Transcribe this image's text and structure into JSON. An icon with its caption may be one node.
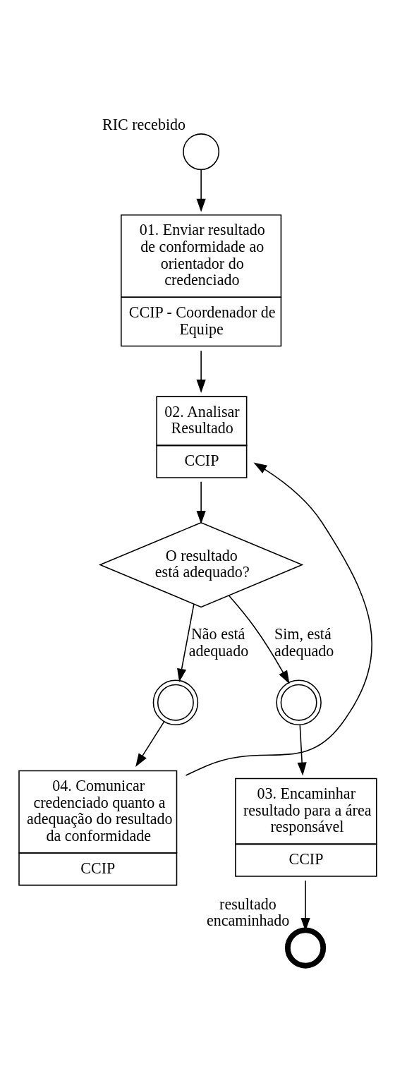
{
  "diagram": {
    "nodes": [
      {
        "text": [],
        "shape": "circle",
        "beside": [
          "RIC recebido"
        ]
      },
      {
        "text": [
          "01. Enviar resultado de conformidade ao orientador do credenciado",
          "CCIP - Coordenador de Equipe"
        ]
      },
      {
        "text": [
          "02. Analisar Resultado",
          "CCIP"
        ]
      },
      {
        "text": [
          "O resultado está adequado?"
        ]
      },
      {
        "text": [],
        "shape": "circle"
      },
      {
        "text": [],
        "shape": "circle"
      },
      {
        "text": [
          "04. Comunicar credenciado quanto a adequação do resultado da conformidade",
          "CCIP"
        ]
      },
      {
        "text": [
          "03. Encaminhar resultado para a área responsável",
          "CCIP"
        ]
      },
      {
        "text": [],
        "shape": "circle",
        "beside": [
          "resultado encaminhado"
        ]
      }
    ],
    "edges": [
      {
        "from": 0,
        "to": 1,
        "arrow": "to"
      },
      {
        "from": 1,
        "to": 2,
        "arrow": "to"
      },
      {
        "from": 2,
        "to": 3,
        "arrow": "to"
      },
      {
        "from": 3,
        "to": 4,
        "arrow": "to",
        "label": "Não está adequado"
      },
      {
        "from": 3,
        "to": 5,
        "arrow": "to",
        "label": "Sim, está adequado"
      },
      {
        "from": 4,
        "to": 6,
        "arrow": "to"
      },
      {
        "from": 5,
        "to": 7,
        "arrow": "to"
      },
      {
        "from": 6,
        "to": 2,
        "arrow": "to"
      },
      {
        "from": 7,
        "to": 8,
        "arrow": "to"
      }
    ]
  }
}
